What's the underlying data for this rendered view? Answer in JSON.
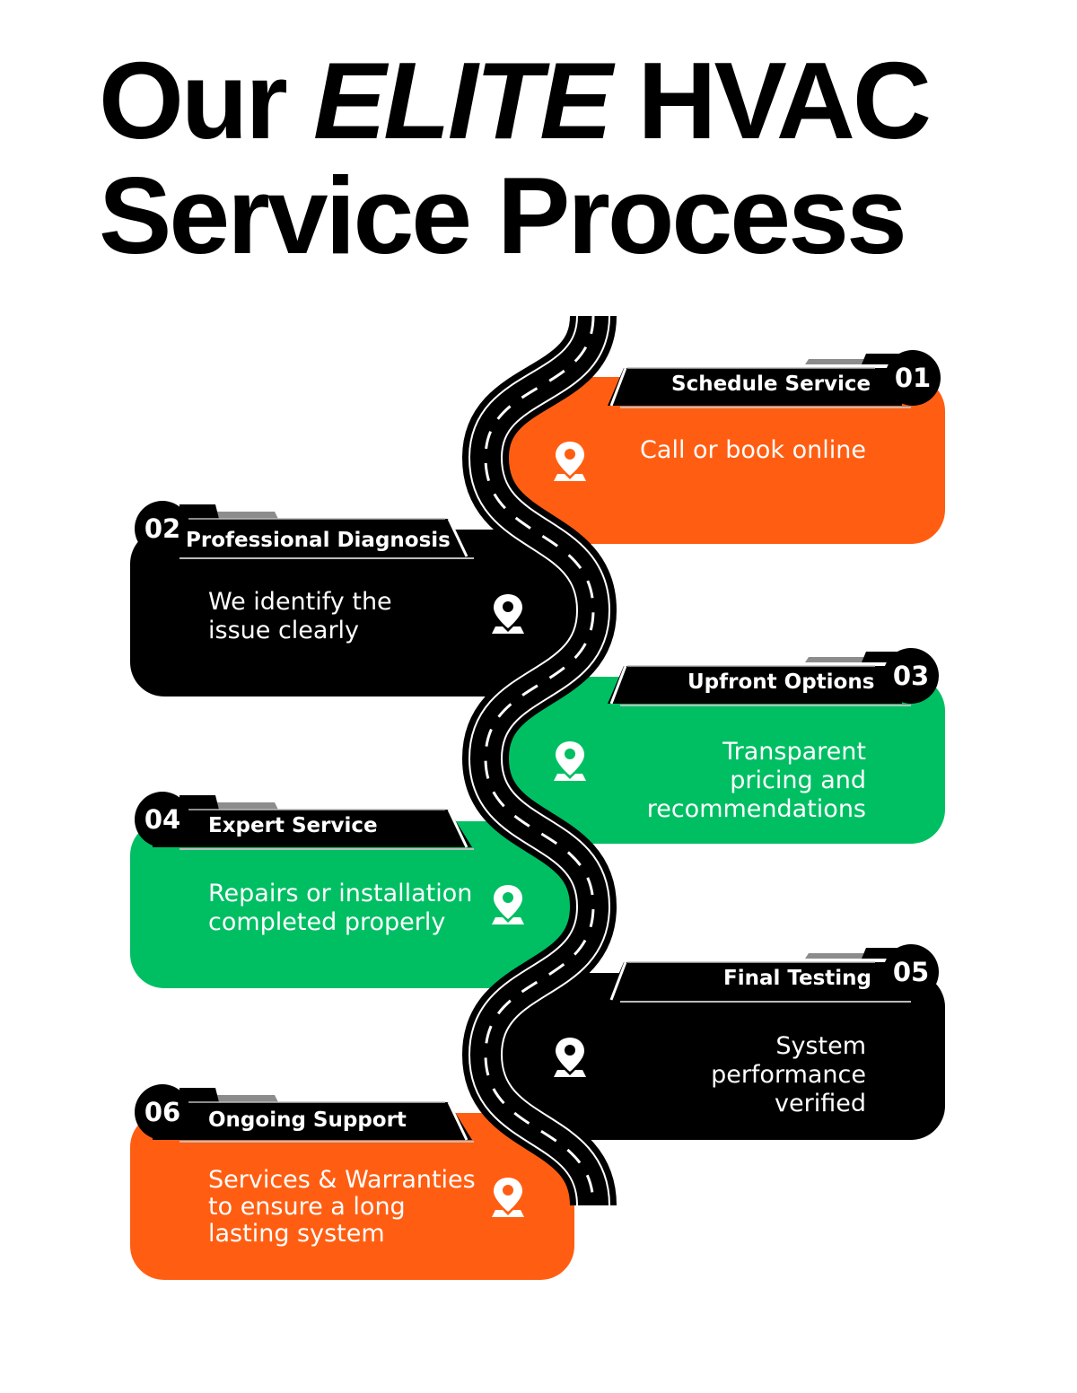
{
  "title": {
    "word1": "Our",
    "emphasis": "ELITE",
    "word2": "HVAC",
    "line2": "Service Process"
  },
  "colors": {
    "orange": "#FF5E12",
    "green": "#00BF63",
    "black": "#000000",
    "road_marking": "#FFFFFF",
    "tab_gray": "#8C8C8C"
  },
  "steps": [
    {
      "number": "01",
      "title": "Schedule Service",
      "description": "Call or book online",
      "color": "orange",
      "side": "right",
      "icon": "location-pin-icon"
    },
    {
      "number": "02",
      "title": "Professional Diagnosis",
      "description": "We identify the issue clearly",
      "color": "black",
      "side": "left",
      "icon": "location-pin-icon"
    },
    {
      "number": "03",
      "title": "Upfront Options",
      "description": "Transparent pricing and recommendations",
      "color": "green",
      "side": "right",
      "icon": "location-pin-icon"
    },
    {
      "number": "04",
      "title": "Expert Service",
      "description": "Repairs or installation completed properly",
      "color": "green",
      "side": "left",
      "icon": "location-pin-icon"
    },
    {
      "number": "05",
      "title": "Final Testing",
      "description": "System performance verified",
      "color": "black",
      "side": "right",
      "icon": "location-pin-icon"
    },
    {
      "number": "06",
      "title": "Ongoing Support",
      "description": "Services & Warranties to ensure a long lasting system",
      "color": "orange",
      "side": "left",
      "icon": "location-pin-icon"
    }
  ],
  "lines": {
    "s1": [
      "Call or book online"
    ],
    "s2": [
      "We identify the",
      "issue clearly"
    ],
    "s3": [
      "Transparent",
      "pricing and",
      "recommendations"
    ],
    "s4": [
      "Repairs or installation",
      "completed properly"
    ],
    "s5": [
      "System",
      "performance",
      "verified"
    ],
    "s6": [
      "Services & Warranties",
      "to ensure a long",
      "lasting system"
    ]
  }
}
